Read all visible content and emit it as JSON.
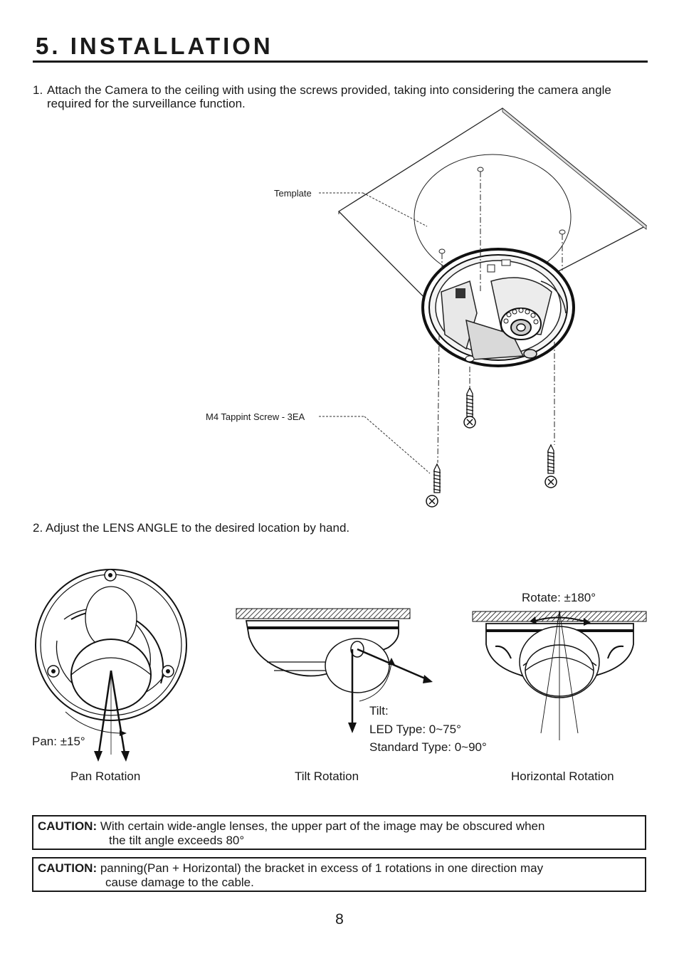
{
  "heading": "5. INSTALLATION",
  "step1": {
    "number": "1.",
    "text": "Attach the Camera to the ceiling with using the screws provided, taking into considering the camera angle required for the surveillance function."
  },
  "callouts": {
    "template": "Template",
    "screw": "M4 Tappint Screw - 3EA"
  },
  "step2": {
    "number": "2.",
    "text": "Adjust the LENS ANGLE to the desired location by hand."
  },
  "rotations": {
    "pan_label": "Pan: ±15°",
    "pan_caption": "Pan Rotation",
    "tilt_label": "Tilt:",
    "tilt_led": "LED Type: 0~75°",
    "tilt_standard": "Standard Type: 0~90°",
    "tilt_caption": "Tilt Rotation",
    "rotate_label": "Rotate: ±180°",
    "horizontal_caption": "Horizontal Rotation"
  },
  "cautions": [
    {
      "label": "CAUTION:",
      "line1": "With certain wide-angle lenses, the upper part of the image may be obscured when",
      "line2": "the tilt angle exceeds 80°"
    },
    {
      "label": "CAUTION:",
      "line1": "panning(Pan + Horizontal) the bracket in excess of 1 rotations in one direction may",
      "line2": "cause damage to the cable."
    }
  ],
  "page_number": "8"
}
